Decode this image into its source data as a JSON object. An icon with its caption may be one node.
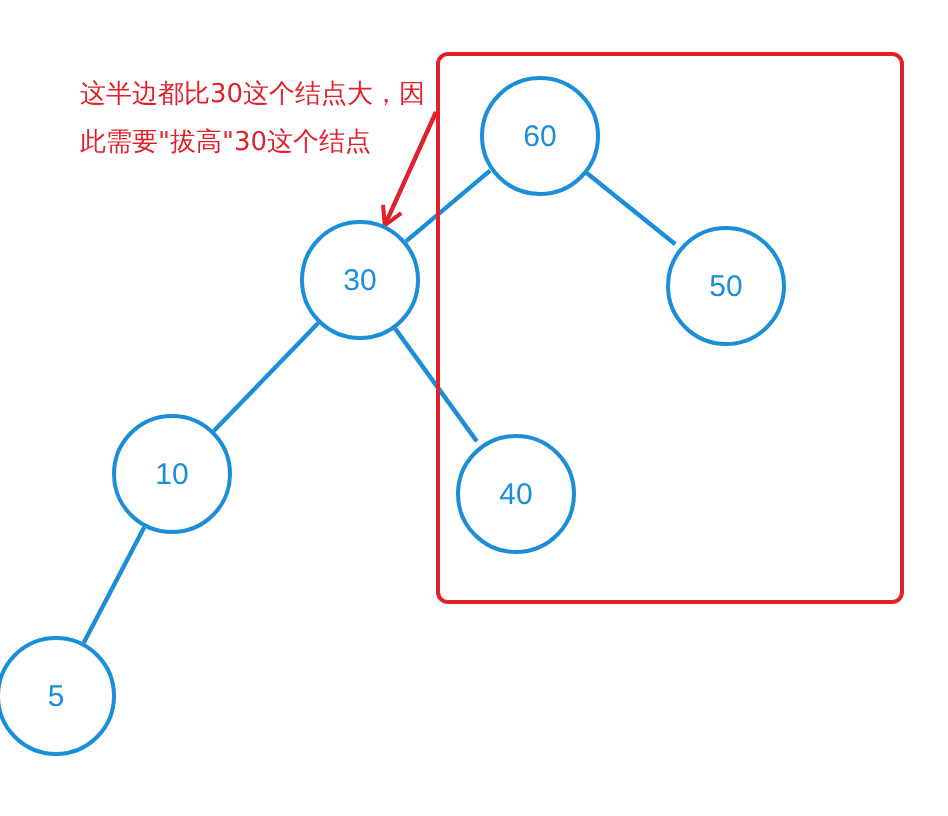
{
  "diagram": {
    "nodes": [
      {
        "text": [
          "这半边都比30这个结点大，因此需要\"拔高\"30这个结点"
        ]
      },
      {
        "text": [],
        "shape": "box"
      },
      {
        "text": [
          "60"
        ],
        "in": 1
      },
      {
        "text": [
          "30"
        ]
      },
      {
        "text": [
          "50"
        ],
        "in": 1
      },
      {
        "text": [
          "10"
        ]
      },
      {
        "text": [
          "40"
        ],
        "in": 1
      },
      {
        "text": [
          "5"
        ]
      }
    ],
    "edges": [
      {
        "from": 0,
        "to": 3,
        "arrow": "to",
        "color": "#e0202a"
      },
      {
        "from": 2,
        "to": 3,
        "arrow": "none"
      },
      {
        "from": 2,
        "to": 4,
        "arrow": "none"
      },
      {
        "from": 3,
        "to": 5,
        "arrow": "none"
      },
      {
        "from": 3,
        "to": 6,
        "arrow": "none"
      },
      {
        "from": 5,
        "to": 7,
        "arrow": "none"
      }
    ]
  }
}
